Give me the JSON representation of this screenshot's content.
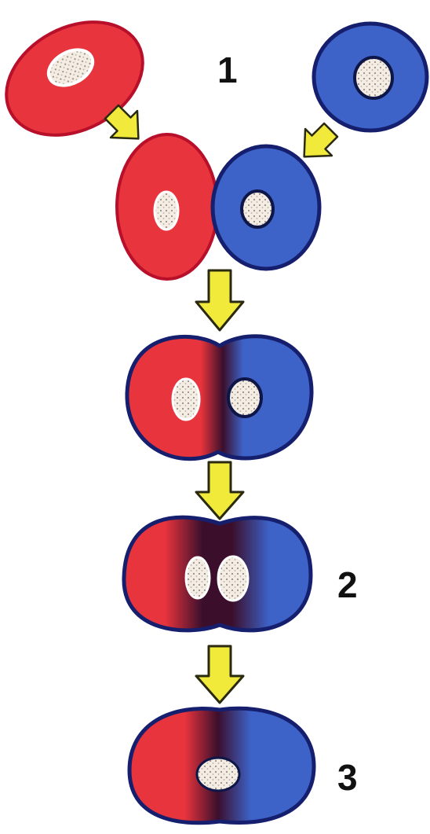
{
  "diagram": {
    "labels": {
      "step1": "1",
      "step2": "2",
      "step3": "3"
    }
  },
  "colors": {
    "red_cell": "#e8343c",
    "red_outline": "#b8102a",
    "blue_cell": "#3d63c9",
    "blue_outline": "#151f6e",
    "merge_dark": "#3b0f2c",
    "arrow_fill": "#f2ea3a",
    "arrow_outline": "#2a2a10",
    "nucleus_fill": "#f3ede4",
    "red_nucleus_outline": "#ffffff",
    "blue_nucleus_outline": "#0e1648"
  }
}
